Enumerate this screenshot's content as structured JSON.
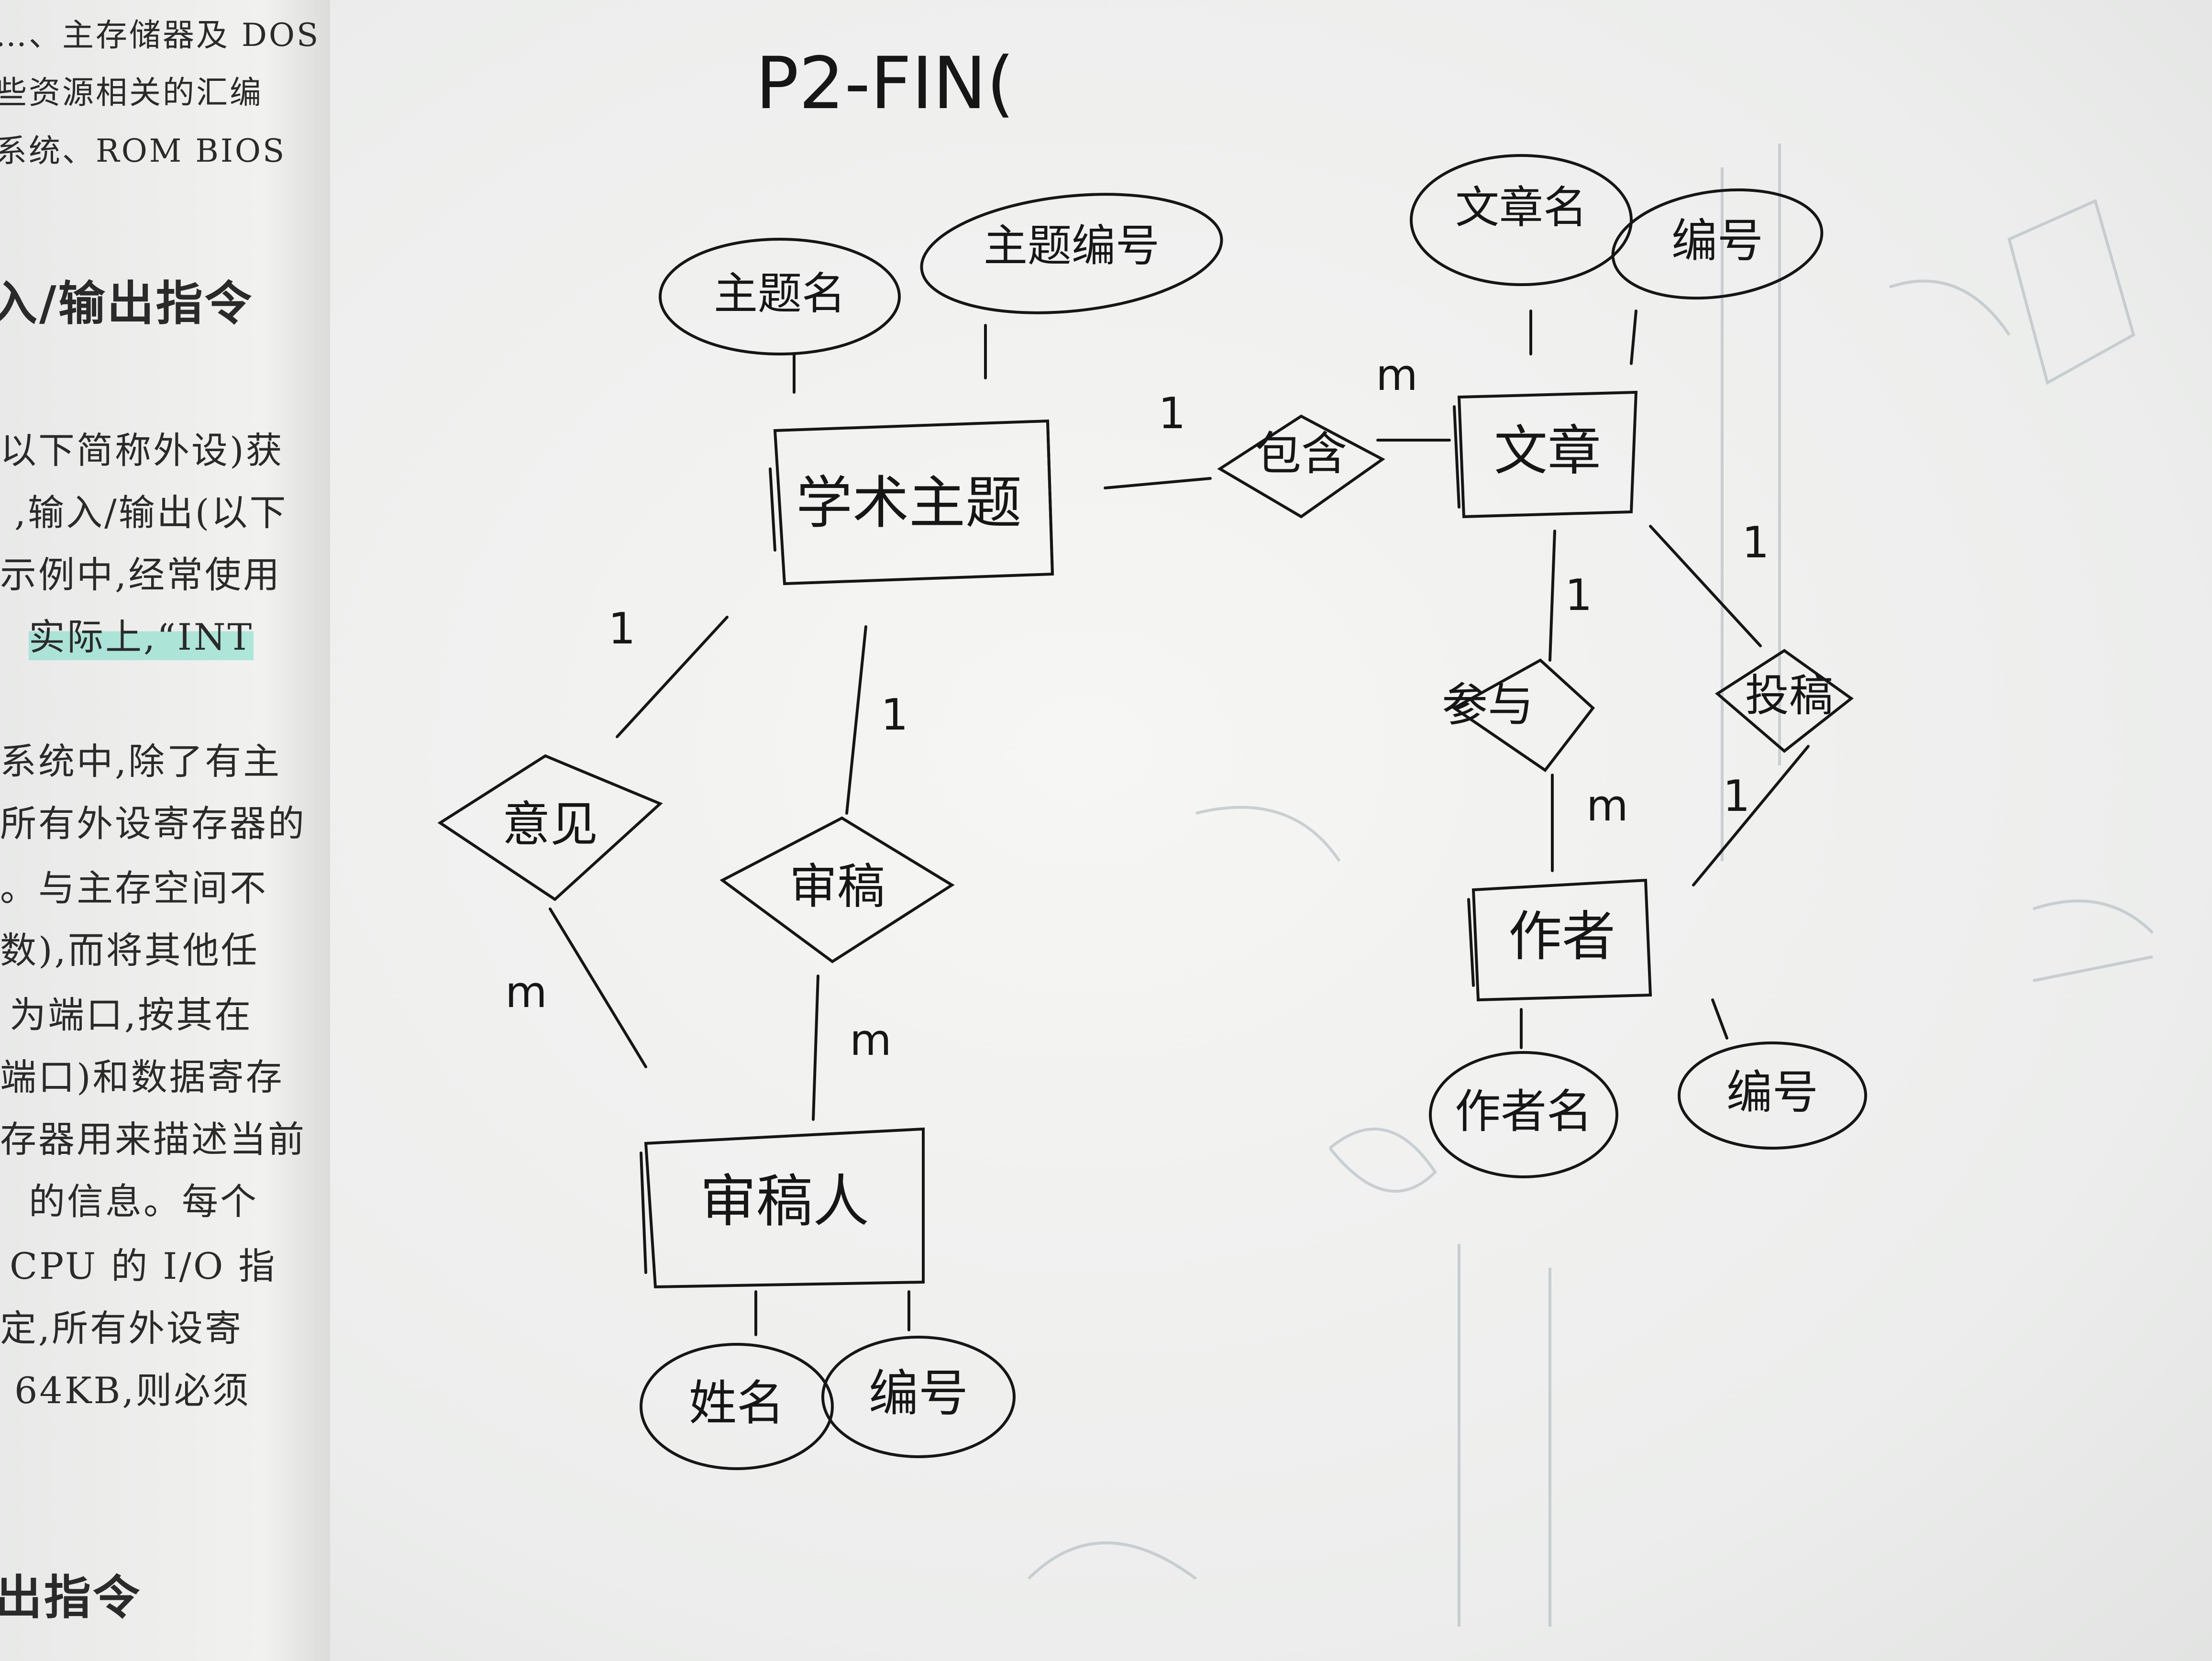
{
  "book_text": [
    "…、主存储器及 DOS",
    "些资源相关的汇编",
    "系统、ROM BIOS",
    "入/输出指令",
    "以下简称外设)获",
    ",输入/输出(以下",
    "示例中,经常使用",
    "实际上,“INT",
    "系统中,除了有主",
    "所有外设寄存器的",
    "。与主存空间不",
    "数),而将其他任",
    "为端口,按其在",
    "端口)和数据寄存",
    "存器用来描述当前",
    "的信息。每个",
    "CPU 的 I/O 指",
    "定,所有外设寄",
    "64KB,则必须",
    "出指令"
  ],
  "diagram": {
    "title": "P2-FIN(",
    "entities": {
      "topic": "学术主题",
      "article": "文章",
      "author": "作者",
      "reviewer": "审稿人"
    },
    "attributes": {
      "topic_name": "主题名",
      "topic_id": "主题编号",
      "article_name": "文章名",
      "article_id": "编号",
      "author_name": "作者名",
      "author_id": "编号",
      "reviewer_name": "姓名",
      "reviewer_id": "编号"
    },
    "relationships": {
      "contains": "包含",
      "opinion": "意见",
      "review": "审稿",
      "participate": "参与",
      "submit": "投稿"
    },
    "cardinalities": {
      "topic_contains": "1",
      "article_contains": "m",
      "topic_opinion": "1",
      "opinion_reviewer": "m",
      "topic_review": "1",
      "review_reviewer": "m",
      "article_participate": "1",
      "participate_author": "m",
      "article_submit": "1",
      "submit_author": "1"
    }
  }
}
